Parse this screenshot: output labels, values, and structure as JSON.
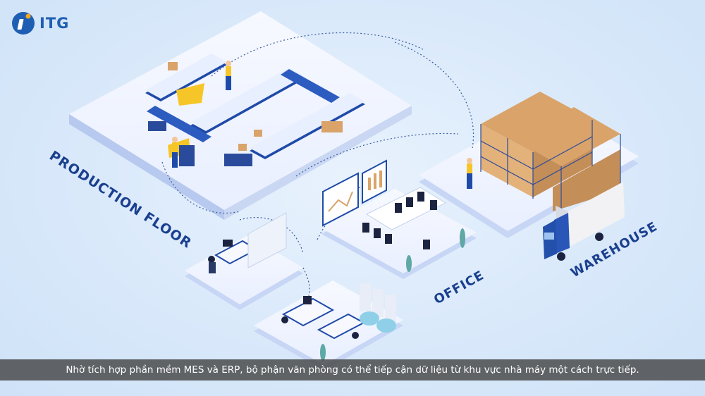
{
  "brand": {
    "name": "ITG"
  },
  "zones": {
    "production": "PRODUCTION FLOOR",
    "office": "OFFICE",
    "warehouse": "WAREHOUSE"
  },
  "caption": "Nhờ tích hợp phần mềm MES và ERP, bộ phận văn phòng có thể tiếp cận dữ liệu từ khu vực nhà máy một cách trực tiếp.",
  "colors": {
    "background": "#dcebfb",
    "platform": "#f4f7fe",
    "accent_blue": "#1f4aa8",
    "navy": "#1a3f8f",
    "boxes": "#d9a36a",
    "truck_cab": "#2a56b8"
  }
}
